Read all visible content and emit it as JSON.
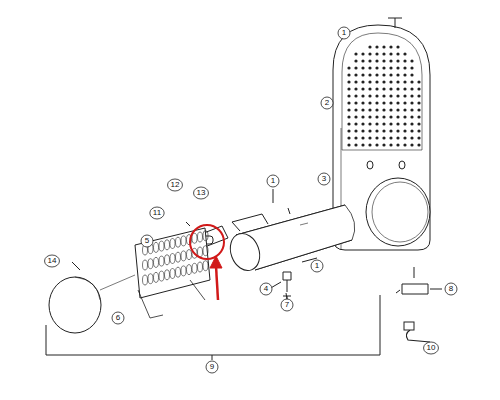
{
  "diagram": {
    "labels": [
      "1",
      "2",
      "12",
      "13",
      "1",
      "3",
      "11",
      "5",
      "1",
      "14",
      "4",
      "7",
      "8",
      "6",
      "10",
      "9"
    ]
  }
}
